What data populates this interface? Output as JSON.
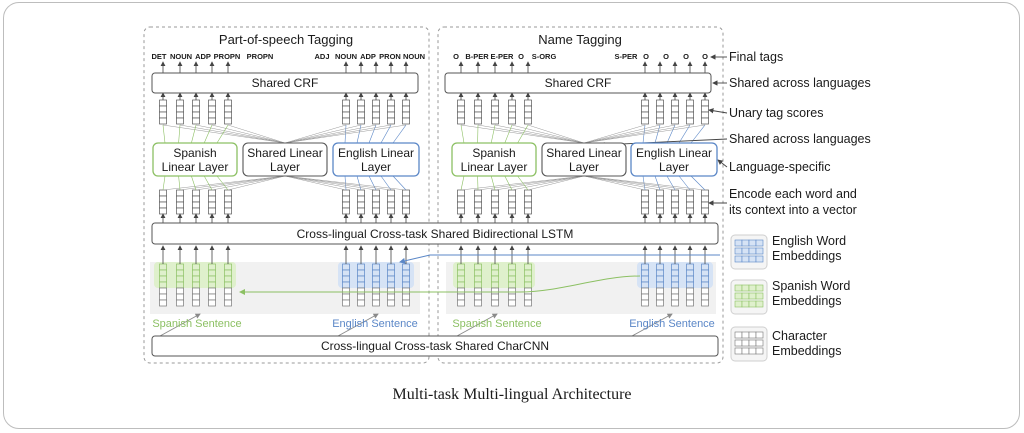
{
  "caption": "Multi-task Multi-lingual Architecture",
  "pos": {
    "title": "Part-of-speech Tagging",
    "tags_left": [
      "DET",
      "NOUN",
      "ADP",
      "PROPN",
      "PROPN"
    ],
    "tags_right": [
      "ADJ",
      "NOUN",
      "ADP",
      "PRON",
      "NOUN"
    ],
    "crf": "Shared CRF",
    "spanish_linear": [
      "Spanish",
      "Linear Layer"
    ],
    "shared_linear": [
      "Shared Linear",
      "Layer"
    ],
    "english_linear": [
      "English Linear",
      "Layer"
    ],
    "spanish_sentence": "Spanish Sentence",
    "english_sentence": "English Sentence"
  },
  "ner": {
    "title": "Name Tagging",
    "tags_left": [
      "O",
      "B-PER",
      "E-PER",
      "O",
      "S-ORG"
    ],
    "tags_right": [
      "S-PER",
      "O",
      "O",
      "O",
      "O"
    ],
    "crf": "Shared CRF",
    "spanish_linear": [
      "Spanish",
      "Linear Layer"
    ],
    "shared_linear": [
      "Shared Linear",
      "Layer"
    ],
    "english_linear": [
      "English Linear",
      "Layer"
    ],
    "spanish_sentence": "Spanish Sentence",
    "english_sentence": "English Sentence"
  },
  "lstm": "Cross-lingual Cross-task Shared Bidirectional LSTM",
  "charcnn": "Cross-lingual Cross-task Shared CharCNN",
  "annotations": {
    "final_tags": "Final tags",
    "shared_crf": "Shared across languages",
    "unary": "Unary tag scores",
    "shared_linear": "Shared across languages",
    "lang_specific": "Language-specific",
    "encode": [
      "Encode each word and",
      "its context into a vector"
    ]
  },
  "legend": {
    "english": [
      "English Word",
      "Embeddings"
    ],
    "spanish": [
      "Spanish Word",
      "Embeddings"
    ],
    "char": [
      "Character",
      "Embeddings"
    ]
  },
  "colors": {
    "green": "#8cc063",
    "green_fill": "#dff0cc",
    "blue": "#5b87c7",
    "blue_fill": "#d6e3f5",
    "gray": "#8a8a8a"
  }
}
